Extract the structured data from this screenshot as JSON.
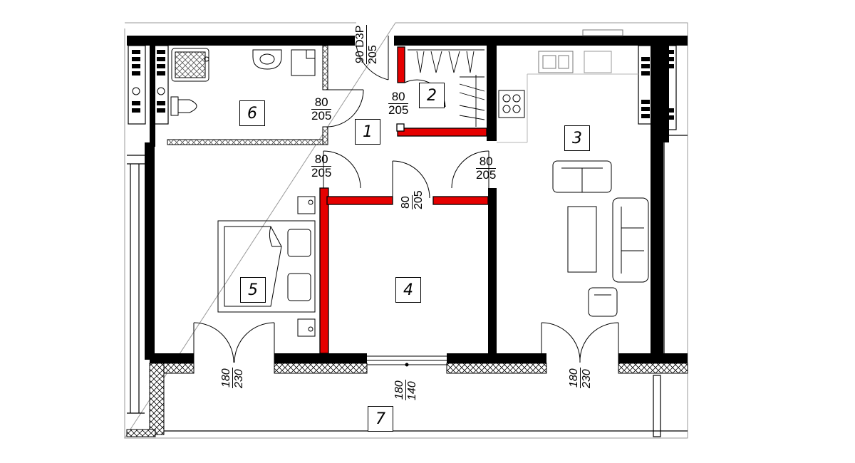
{
  "rooms": [
    {
      "id": "room-1",
      "label": "1"
    },
    {
      "id": "room-2",
      "label": "2"
    },
    {
      "id": "room-3",
      "label": "3"
    },
    {
      "id": "room-4",
      "label": "4"
    },
    {
      "id": "room-5",
      "label": "5"
    },
    {
      "id": "room-6",
      "label": "6"
    },
    {
      "id": "room-7",
      "label": "7"
    }
  ],
  "doors": [
    {
      "id": "door-entrance",
      "width": "90",
      "height": "205",
      "code": "D3P"
    },
    {
      "id": "door-bathroom",
      "width": "80",
      "height": "205"
    },
    {
      "id": "door-wardrobe",
      "width": "80",
      "height": "205"
    },
    {
      "id": "door-bedroom",
      "width": "80",
      "height": "205"
    },
    {
      "id": "door-living",
      "width": "80",
      "height": "205"
    },
    {
      "id": "door-room4",
      "width": "80",
      "height": "205"
    },
    {
      "id": "balcony-door-bedroom",
      "width": "180",
      "height": "230"
    },
    {
      "id": "balcony-door-living",
      "width": "180",
      "height": "230"
    },
    {
      "id": "window-room4",
      "width": "180",
      "height": "140"
    }
  ],
  "colors": {
    "wall": "#000000",
    "new_wall": "#e60000",
    "line": "#000000",
    "grey_line": "#b5b5b5"
  }
}
